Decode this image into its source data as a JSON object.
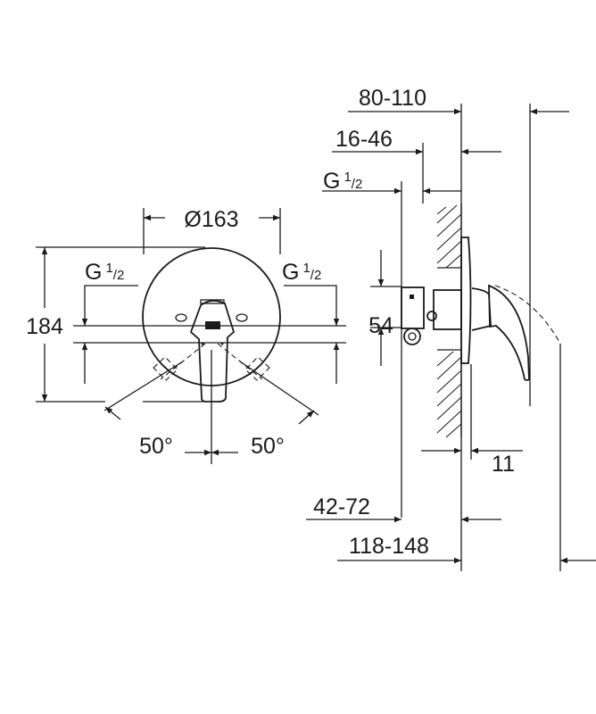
{
  "title": "Concealed single-lever shower mixer dimension drawing",
  "front_view": {
    "diameter": "Ø163",
    "height": "184",
    "connection_left": {
      "letter": "G",
      "num": "1",
      "den": "2"
    },
    "connection_right": {
      "letter": "G",
      "num": "1",
      "den": "2"
    },
    "angle_left": "50°",
    "angle_right": "50°"
  },
  "side_view": {
    "dim_80_110": "80-110",
    "dim_16_46": "16-46",
    "connection": {
      "letter": "G",
      "num": "1",
      "den": "2"
    },
    "dim_54": "54",
    "dim_11": "11",
    "dim_42_72": "42-72",
    "dim_118_148": "118-148"
  },
  "colors": {
    "line": "#1a1a1a",
    "background": "#ffffff"
  }
}
